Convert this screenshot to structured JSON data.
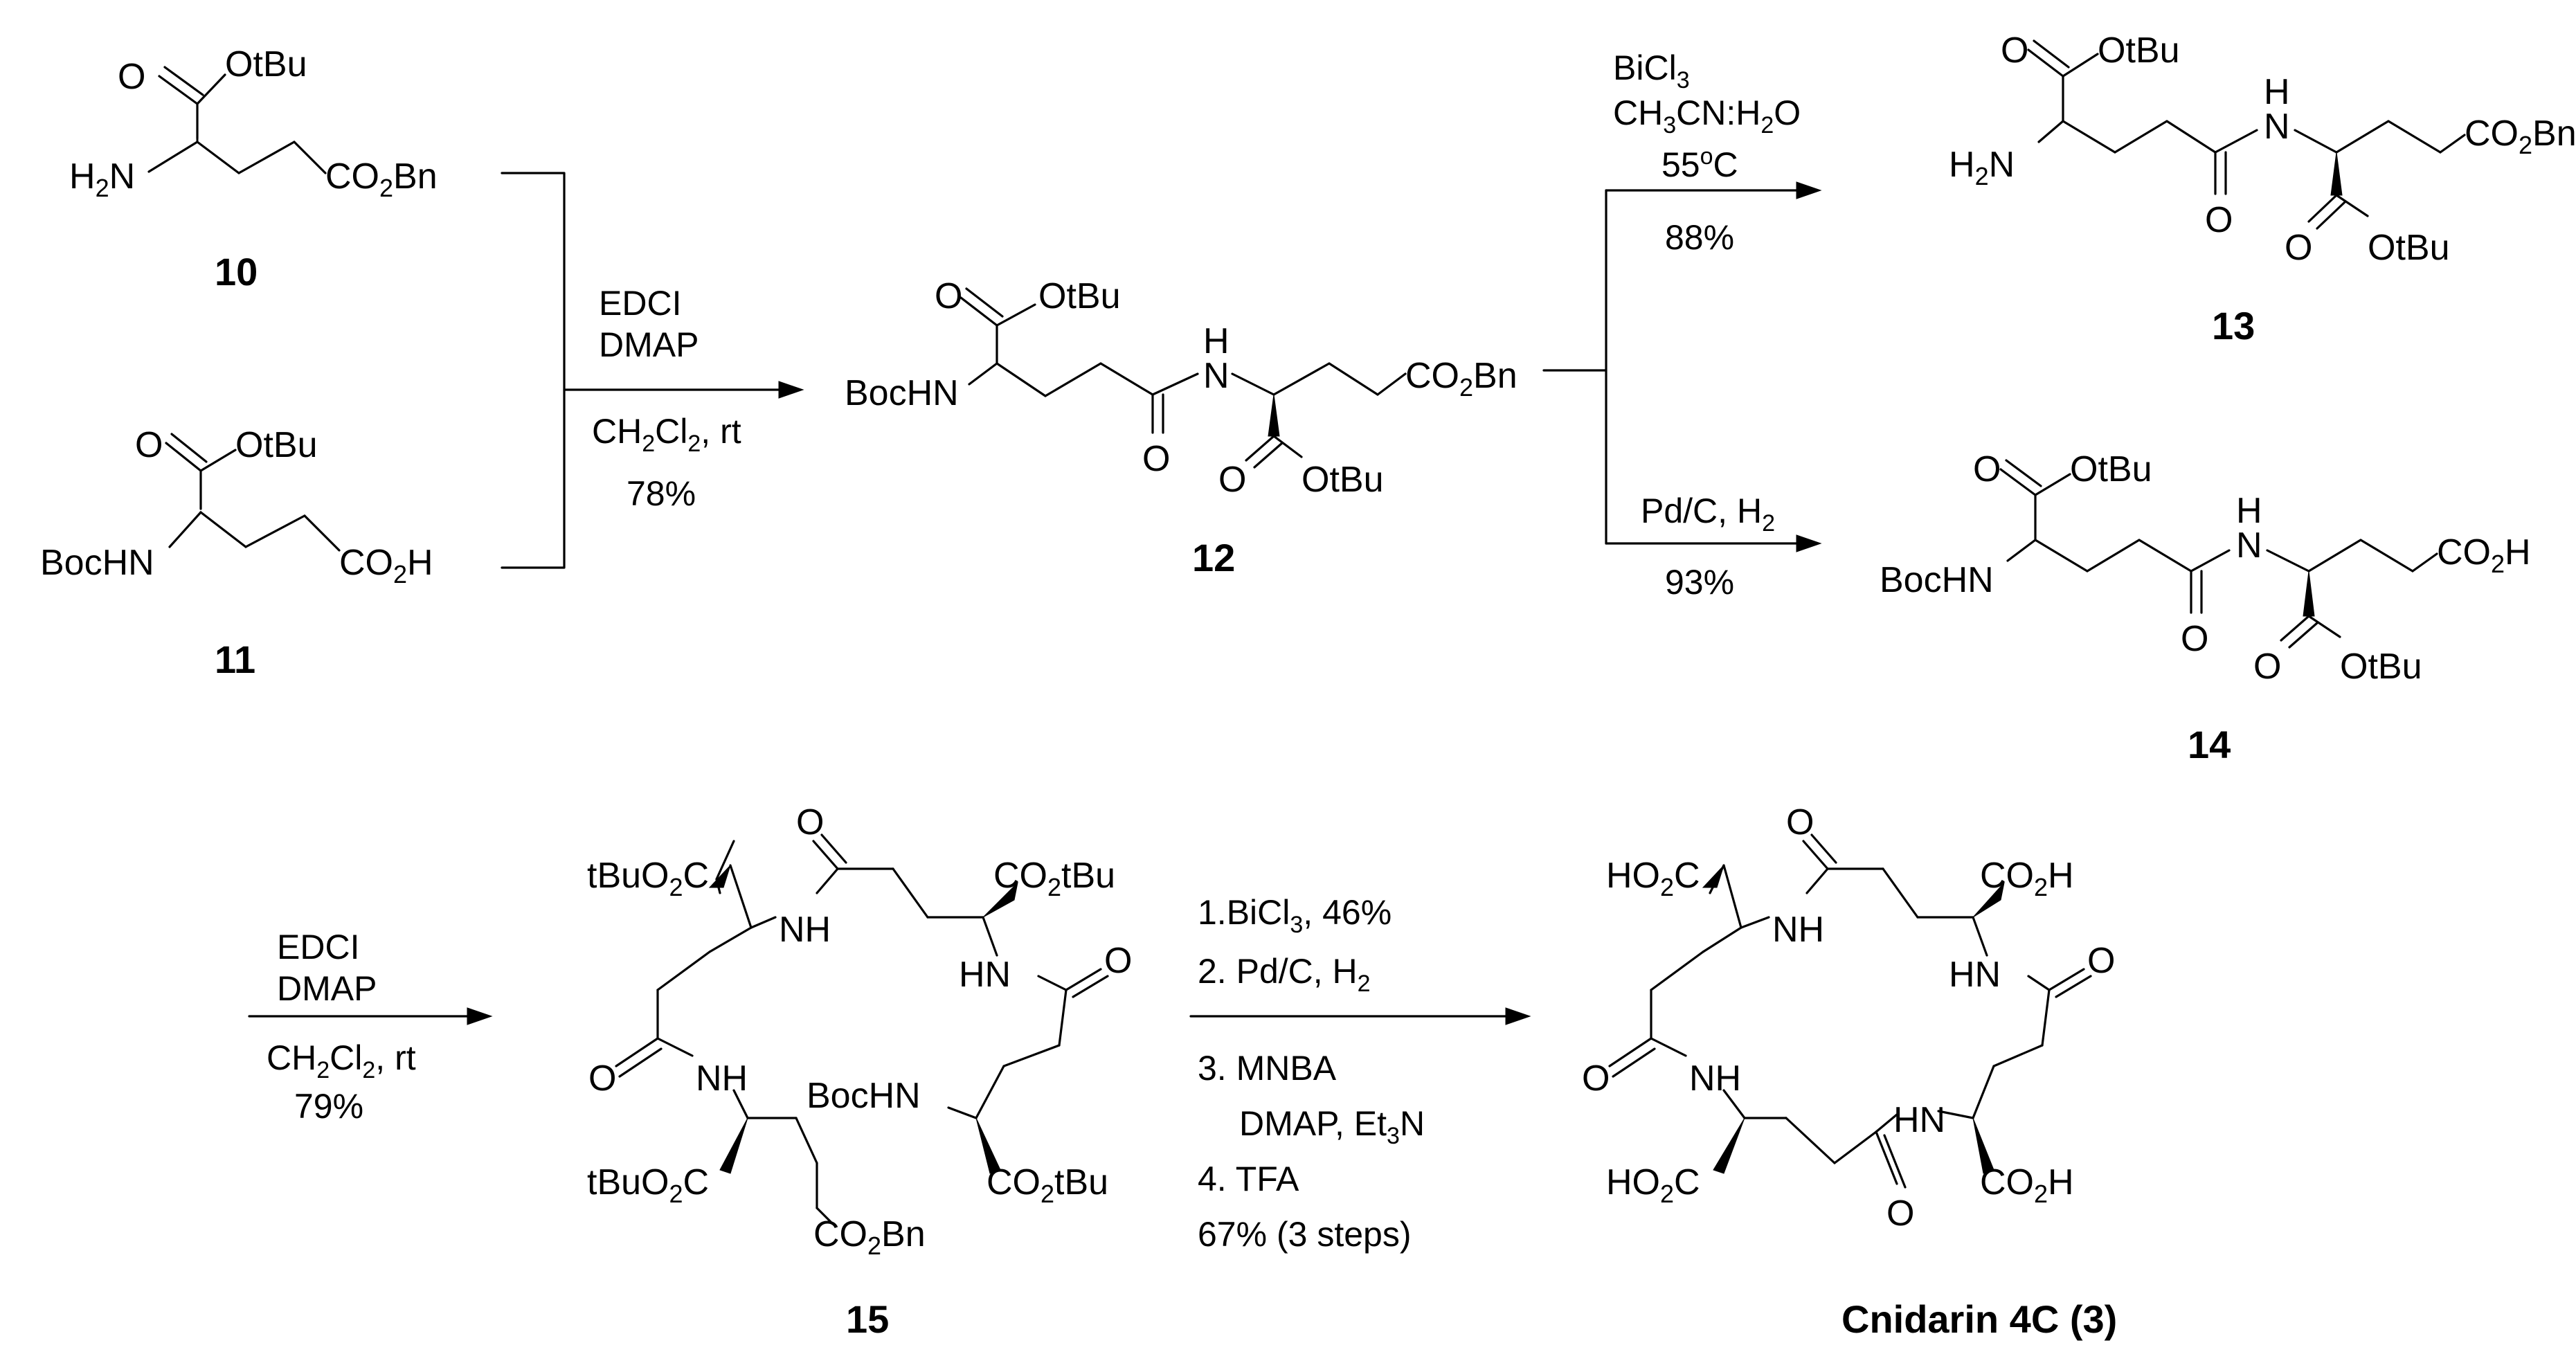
{
  "compounds": {
    "c10": {
      "label": "10"
    },
    "c11": {
      "label": "11"
    },
    "c12": {
      "label": "12"
    },
    "c13": {
      "label": "13"
    },
    "c14": {
      "label": "14"
    },
    "c15": {
      "label": "15"
    },
    "c3": {
      "label": "Cnidarin 4C (3)"
    }
  },
  "reagents": {
    "step1": {
      "line1": "EDCI",
      "line2": "DMAP",
      "line3": "CH2Cl2, rt",
      "yield": "78%"
    },
    "step2a": {
      "line1": "BiCl3",
      "line2": "CH3CN:H2O",
      "line3": "55oC",
      "yield": "88%"
    },
    "step2b": {
      "line1": "Pd/C, H2",
      "yield": "93%"
    },
    "step3": {
      "line1": "EDCI",
      "line2": "DMAP",
      "line3": "CH2Cl2, rt",
      "yield": "79%"
    },
    "step4": {
      "s1": "1.BiCl3, 46%",
      "s2": "2. Pd/C, H2",
      "s3": "3. MNBA",
      "s3b": "DMAP, Et3N",
      "s4": "4. TFA",
      "yield": "67% (3 steps)"
    }
  },
  "groups": {
    "otbu": "OtBu",
    "co2bn": "CO2Bn",
    "co2h": "CO2H",
    "co2tbu": "CO2tBu",
    "tbuo2c": "tBuO2C",
    "ho2c": "HO2C",
    "h2n": "H2N",
    "bochn": "BocHN",
    "nh": "NH",
    "hn": "HN",
    "o": "O"
  }
}
